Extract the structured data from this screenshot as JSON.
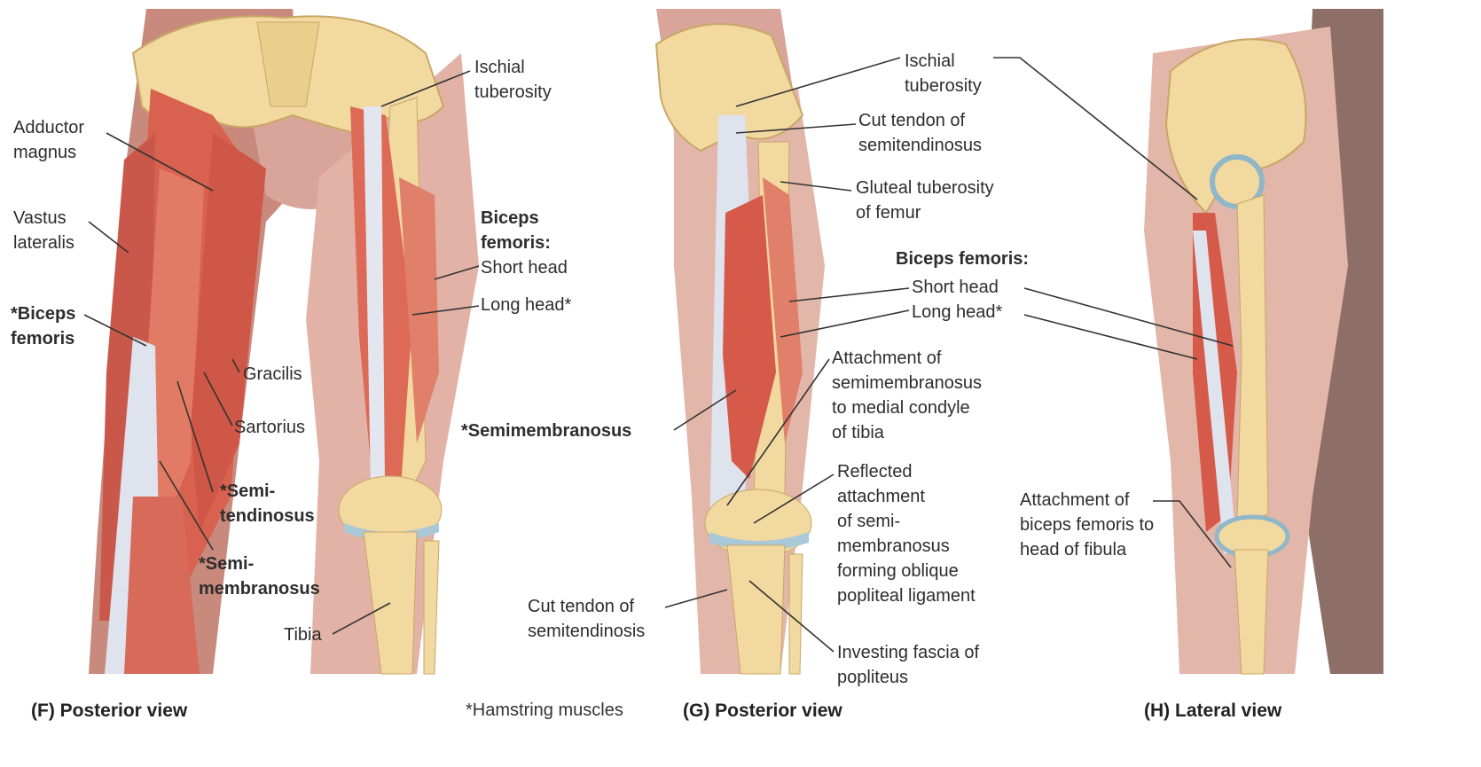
{
  "panel_f": {
    "caption": "(F) Posterior view",
    "labels": {
      "ischial_tuberosity": "Ischial\ntuberosity",
      "adductor_magnus": "Adductor\nmagnus",
      "vastus_lateralis": "Vastus\nlateralis",
      "biceps_femoris": "*Biceps\nfemoris",
      "biceps_heads_title": "Biceps\nfemoris:",
      "short_head": "Short head",
      "long_head": "Long head*",
      "gracilis": "Gracilis",
      "sartorius": "Sartorius",
      "semitendinosus": "*Semi-\ntendinosus",
      "semimembranosus": "*Semi-\nmembranosus",
      "tibia": "Tibia"
    }
  },
  "footnote": "*Hamstring muscles",
  "panel_g": {
    "caption": "(G) Posterior view",
    "labels": {
      "ischial_tuberosity": "Ischial\ntuberosity",
      "cut_tendon_semitendinosus": "Cut tendon of\nsemitendinosus",
      "gluteal_tuberosity": "Gluteal tuberosity\nof femur",
      "biceps_heads_title": "Biceps femoris:",
      "short_head": "Short head",
      "long_head": "Long head*",
      "attachment_semimembranosus": "Attachment of\nsemimembranosus\nto medial condyle\nof tibia",
      "semimembranosus": "*Semimembranosus",
      "reflected_attachment": "Reflected\nattachment\nof semi-\nmembranosus\nforming oblique\npopliteal ligament",
      "cut_tendon_semitendinosis": "Cut tendon of\nsemitendinosis",
      "investing_fascia": "Investing fascia of\npopliteus"
    }
  },
  "panel_h": {
    "caption": "(H) Lateral view",
    "labels": {
      "attachment_biceps": "Attachment of\nbiceps femoris to\nhead of fibula"
    }
  }
}
